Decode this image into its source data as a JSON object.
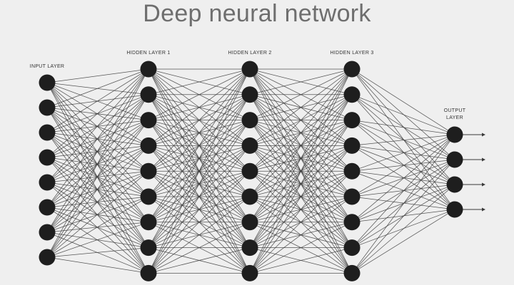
{
  "title": "Deep neural network",
  "colors": {
    "background": "#efefef",
    "node": "#1e1e1e",
    "edge": "#3a3a3a",
    "title": "#6e6e6e"
  },
  "layers": [
    {
      "label_lines": [
        "INPUT LAYER"
      ],
      "nodes": 8
    },
    {
      "label_lines": [
        "HIDDEN LAYER 1"
      ],
      "nodes": 9
    },
    {
      "label_lines": [
        "HIDDEN LAYER 2"
      ],
      "nodes": 9
    },
    {
      "label_lines": [
        "HIDDEN LAYER 3"
      ],
      "nodes": 9
    },
    {
      "label_lines": [
        "OUTPUT",
        "LAYER"
      ],
      "nodes": 4,
      "output_arrows": true
    }
  ]
}
